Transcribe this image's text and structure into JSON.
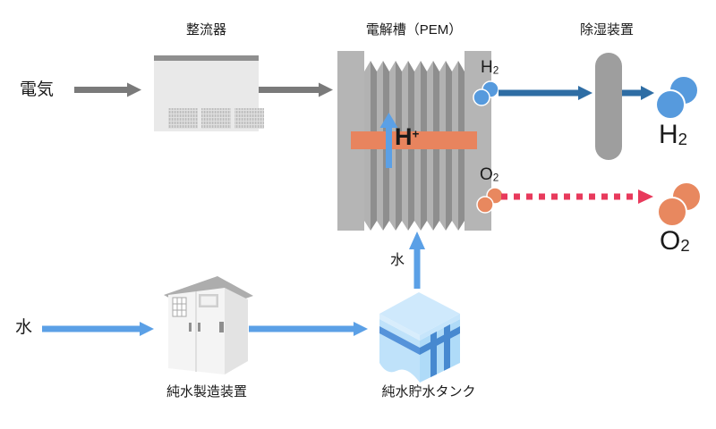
{
  "diagram": {
    "flow_labels": {
      "electricity": "電気",
      "water_source": "水",
      "water_feed": "水"
    },
    "equipment": {
      "rectifier": "整流器",
      "electrolyzer": "電解槽（PEM）",
      "dehumidifier": "除湿装置",
      "pure_water_plant": "純水製造装置",
      "pure_water_tank": "純水貯水タンク"
    },
    "species": {
      "h2_small": {
        "symbol": "H",
        "sub": "2"
      },
      "o2_small": {
        "symbol": "O",
        "sub": "2"
      },
      "h2_large": {
        "symbol": "H",
        "sub": "2"
      },
      "o2_large": {
        "symbol": "O",
        "sub": "2"
      },
      "proton": {
        "symbol": "H",
        "sup": "+"
      }
    },
    "colors": {
      "electricity_arrow": "#7a7a7a",
      "hydrogen_arrow": "#2e6da4",
      "oxygen_arrow": "#e83a5c",
      "water_arrow": "#5ba0e6",
      "hydrogen_molecule": "#569add",
      "oxygen_molecule": "#e8885f",
      "membrane_bar": "#e8845e"
    }
  }
}
